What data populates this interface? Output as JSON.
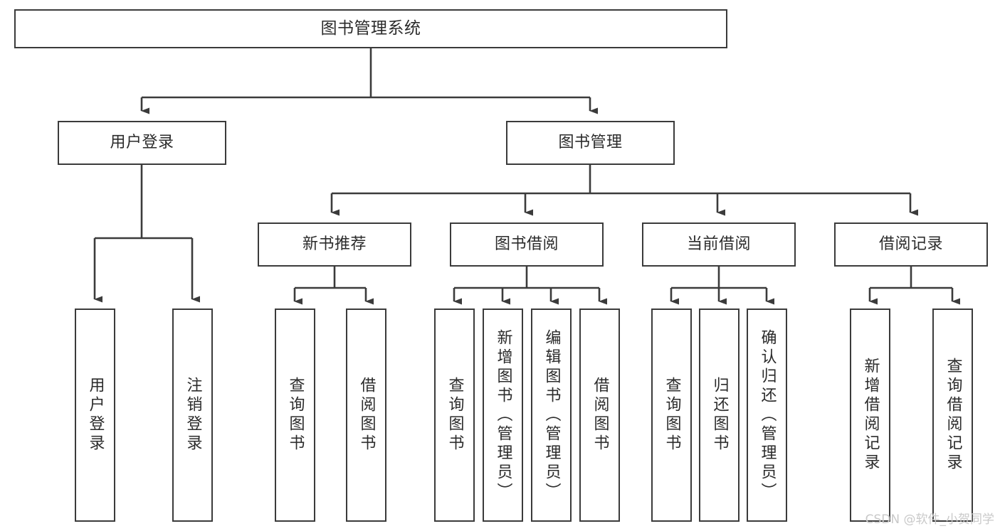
{
  "diagram": {
    "title_node": {
      "label": "图书管理系统"
    },
    "level2": [
      {
        "label": "用户登录"
      },
      {
        "label": "图书管理"
      }
    ],
    "level3": [
      {
        "label": "新书推荐"
      },
      {
        "label": "图书借阅"
      },
      {
        "label": "当前借阅"
      },
      {
        "label": "借阅记录"
      }
    ],
    "leaves": {
      "user_login": [
        {
          "label": "用户登录"
        },
        {
          "label": "注销登录"
        }
      ],
      "new_book_recommend": [
        {
          "label": "查询图书"
        },
        {
          "label": "借阅图书"
        }
      ],
      "book_borrow": [
        {
          "label": "查询图书"
        },
        {
          "label": "新增图书（管理员）"
        },
        {
          "label": "编辑图书（管理员）"
        },
        {
          "label": "借阅图书"
        }
      ],
      "current_borrow": [
        {
          "label": "查询图书"
        },
        {
          "label": "归还图书"
        },
        {
          "label": "确认归还（管理员）"
        }
      ],
      "borrow_record": [
        {
          "label": "新增借阅记录"
        },
        {
          "label": "查询借阅记录"
        }
      ]
    }
  },
  "watermark": {
    "text": "CSDN @软件_小贺同学"
  },
  "colors": {
    "border": "#3b3b3b",
    "text": "#2b2b2b",
    "background": "#ffffff",
    "watermark": "#c9c9c9"
  }
}
